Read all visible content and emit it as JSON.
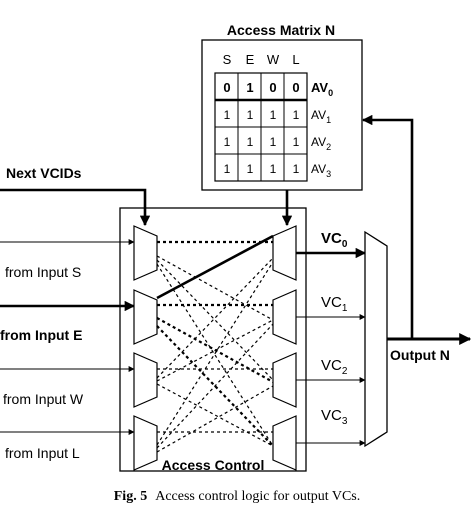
{
  "matrix": {
    "title": "Access Matrix N",
    "columns": [
      "S",
      "E",
      "W",
      "L"
    ],
    "rows": [
      {
        "values": [
          "0",
          "1",
          "0",
          "0"
        ],
        "label": "AV",
        "sub": "0",
        "bold": true
      },
      {
        "values": [
          "1",
          "1",
          "1",
          "1"
        ],
        "label": "AV",
        "sub": "1",
        "bold": false
      },
      {
        "values": [
          "1",
          "1",
          "1",
          "1"
        ],
        "label": "AV",
        "sub": "2",
        "bold": false
      },
      {
        "values": [
          "1",
          "1",
          "1",
          "1"
        ],
        "label": "AV",
        "sub": "3",
        "bold": false
      }
    ]
  },
  "inputs": {
    "next_vcids": "Next VCIDs",
    "s": "from Input S",
    "e": "from Input E",
    "w": "from Input W",
    "l": "from Input L"
  },
  "access_control": "Access Control",
  "vcs": [
    {
      "label": "VC",
      "sub": "0",
      "bold": true
    },
    {
      "label": "VC",
      "sub": "1",
      "bold": false
    },
    {
      "label": "VC",
      "sub": "2",
      "bold": false
    },
    {
      "label": "VC",
      "sub": "3",
      "bold": false
    }
  ],
  "output": "Output N",
  "caption": {
    "number": "Fig. 5",
    "text": "Access control logic for output VCs."
  }
}
